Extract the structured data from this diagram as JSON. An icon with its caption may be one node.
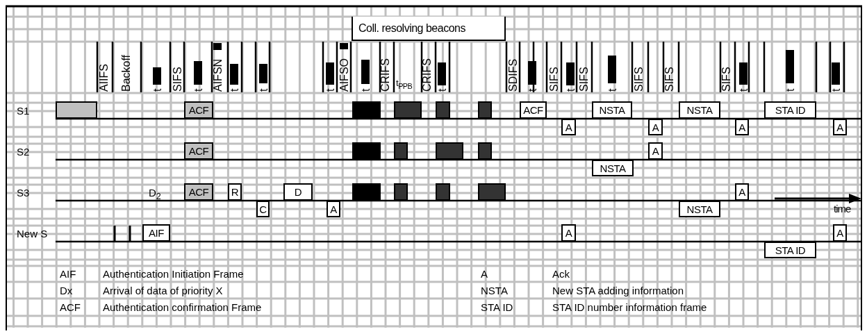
{
  "diagram": {
    "nodes": [
      {
        "text": [
          "Coll. resolving beacons"
        ]
      },
      {
        "text": [],
        "shape": "box"
      },
      {
        "text": [
          "ACF"
        ]
      },
      {
        "text": [],
        "shape": "box"
      },
      {
        "text": [],
        "shape": "box"
      },
      {
        "text": [],
        "shape": "box"
      },
      {
        "text": [],
        "shape": "box"
      },
      {
        "text": [
          "ACF"
        ]
      },
      {
        "text": [
          "NSTA"
        ]
      },
      {
        "text": [
          "NSTA"
        ]
      },
      {
        "text": [
          "STA ID"
        ]
      },
      {
        "text": [
          "A"
        ]
      },
      {
        "text": [
          "A"
        ]
      },
      {
        "text": [
          "A"
        ]
      },
      {
        "text": [
          "A"
        ]
      },
      {
        "text": [
          "ACF"
        ]
      },
      {
        "text": [],
        "shape": "box"
      },
      {
        "text": [],
        "shape": "box"
      },
      {
        "text": [],
        "shape": "box"
      },
      {
        "text": [],
        "shape": "box"
      },
      {
        "text": [
          "A"
        ]
      },
      {
        "text": [
          "NSTA"
        ]
      },
      {
        "text": [
          "ACF"
        ]
      },
      {
        "text": [
          "R"
        ]
      },
      {
        "text": [
          "D"
        ]
      },
      {
        "text": [],
        "shape": "box"
      },
      {
        "text": [],
        "shape": "box"
      },
      {
        "text": [],
        "shape": "box"
      },
      {
        "text": [],
        "shape": "box"
      },
      {
        "text": [
          "A"
        ]
      },
      {
        "text": [
          "C"
        ]
      },
      {
        "text": [
          "A"
        ]
      },
      {
        "text": [
          "NSTA"
        ]
      },
      {
        "text": [
          "AIF"
        ]
      },
      {
        "text": [
          "A"
        ]
      },
      {
        "text": [
          "A"
        ]
      },
      {
        "text": [
          "STA ID"
        ]
      }
    ],
    "labels": [
      "AIIFS",
      "Backoff",
      "t",
      "SIFS",
      "t",
      "AIFSN",
      "t",
      "t",
      "t",
      "AIFSO",
      "t",
      "CRIFS",
      "t$_{PPB}$",
      "CRIFS",
      "t",
      "SDIFS",
      "t",
      "SIFS",
      "t",
      "SIFS",
      "t",
      "SIFS",
      "SIFS",
      "SIFS",
      "t",
      "t",
      "t",
      "S1",
      "S2",
      "S3",
      "D$_{2}$",
      "time",
      "New S",
      "AIF",
      "Authentication Initiation Frame",
      "A",
      "Ack",
      "Dx",
      "Arrival of data of priority X",
      "NSTA",
      "New STA adding information",
      "ACF",
      "Authentication confirmation Frame",
      "STA ID",
      "STA ID number information frame"
    ]
  }
}
